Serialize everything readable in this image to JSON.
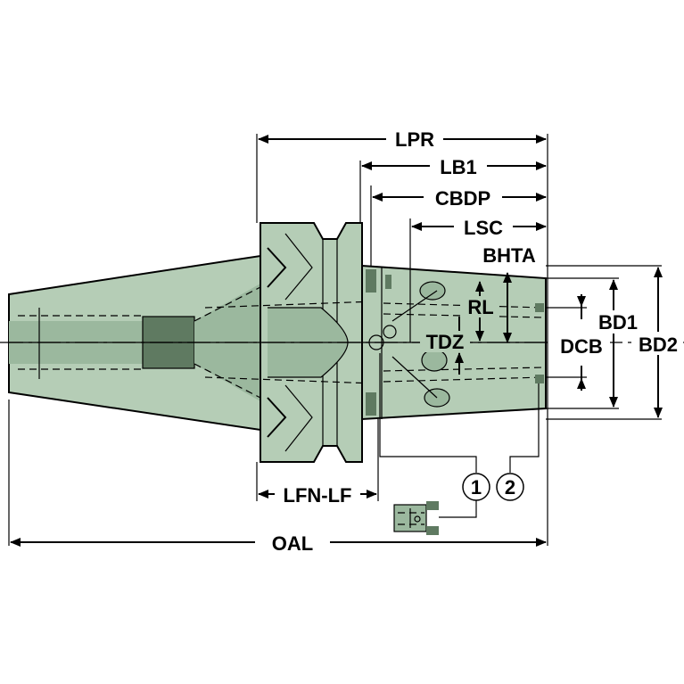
{
  "labels": {
    "lpr": "LPR",
    "lb1": "LB1",
    "cbdp": "CBDP",
    "lsc": "LSC",
    "bhta": "BHTA",
    "rl": "RL",
    "tdz": "TDZ",
    "bd1": "BD1",
    "dcb": "DCB",
    "bd2": "BD2",
    "lfn_lf": "LFN-LF",
    "oal": "OAL"
  },
  "callouts": {
    "one": "1",
    "two": "2"
  },
  "colors": {
    "body": "#b5cdb6",
    "body_shadow": "#9bb89e",
    "dark_part": "#5f7a61",
    "lines": "#000000"
  }
}
